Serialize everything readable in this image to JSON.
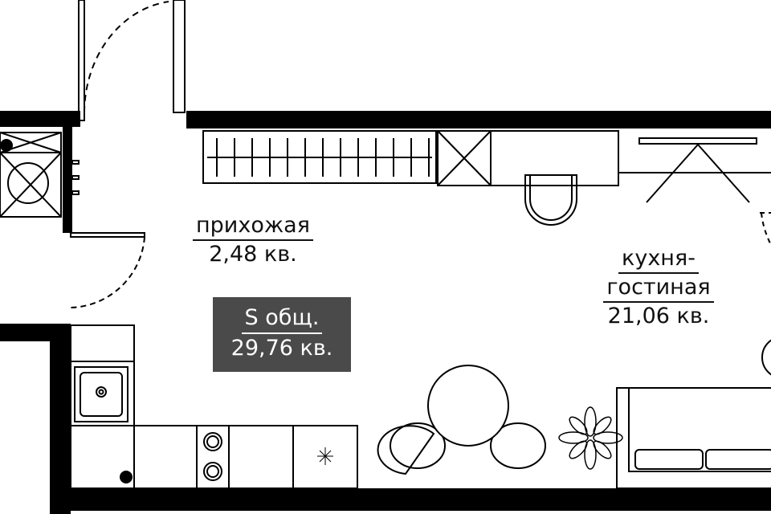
{
  "rooms": {
    "hallway": {
      "name": "прихожая",
      "area": "2,48 кв."
    },
    "kitchen_living": {
      "name_line1": "кухня-",
      "name_line2": "гостиная",
      "area": "21,06 кв."
    }
  },
  "total": {
    "label": "S общ.",
    "area": "29,76 кв."
  },
  "colors": {
    "wall": "#000000",
    "total_box": "#4a4a4a"
  }
}
